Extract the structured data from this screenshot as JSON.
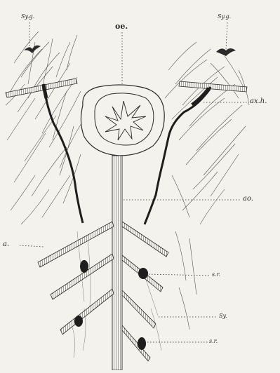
{
  "labels": {
    "sy_g_left": "Sy.g.",
    "sy_g_right": "Sy.g.",
    "oe": "oe.",
    "ax_h": "ax.h.",
    "ao": "ao.",
    "a": "a.",
    "s_r_upper": "s.r.",
    "sy": "Sy.",
    "s_r_lower": "s.r."
  },
  "colors": {
    "ink": "#2a2a2a",
    "paper": "#f4f2ed",
    "blood": "#1e1e1e"
  }
}
